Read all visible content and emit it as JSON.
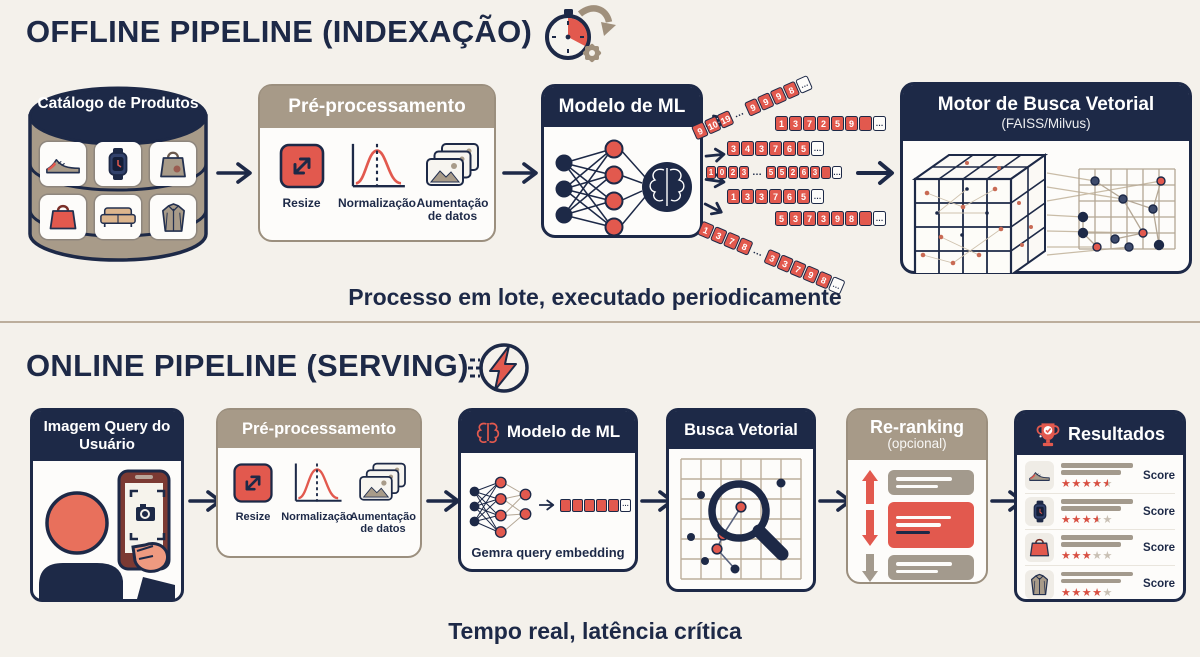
{
  "colors": {
    "background": "#f4f1eb",
    "navy": "#1d2947",
    "red": "#e2594e",
    "taupe": "#a79a88",
    "tan_border": "#9b8f7e",
    "bar_gray": "#a39a8d",
    "star_full": "#d84f42",
    "star_empty": "#c9c0b4",
    "phone_maroon": "#7c3a33"
  },
  "icons": {
    "offline_title": "stopwatch-refresh-icon",
    "online_title": "lightning-icon",
    "online_model_header": "brain-icon",
    "results_header": "trophy-check-icon"
  },
  "offline": {
    "title": "OFFLINE PIPELINE (INDEXAÇÃO)",
    "caption": "Processo em lote, executado periodicamente",
    "catalog": {
      "title": "Catálogo de Produtos",
      "products": [
        "sneaker",
        "smartwatch",
        "tote-bag",
        "red-handbag",
        "sofa",
        "jacket"
      ]
    },
    "preprocessing": {
      "title": "Pré-processamento",
      "steps": [
        {
          "icon": "resize-icon",
          "label": "Resize"
        },
        {
          "icon": "bell-curve-icon",
          "label": "Normalização"
        },
        {
          "icon": "image-stack-icon",
          "label": "Aumentação de datos"
        }
      ]
    },
    "model": {
      "title": "Modelo de ML"
    },
    "embeddings": {
      "strips": [
        [
          "9",
          "10",
          "19",
          "*",
          "9",
          "9",
          "9",
          "8",
          "~"
        ],
        [
          "1",
          "3",
          "7",
          "2",
          "5",
          "9",
          "",
          "~"
        ],
        [
          "3",
          "4",
          "3",
          "7",
          "6",
          "5",
          "~"
        ],
        [
          "1",
          "0",
          "2",
          "3",
          "*",
          "5",
          "5",
          "2",
          "6",
          "3",
          "",
          "~"
        ],
        [
          "1",
          "3",
          "3",
          "7",
          "6",
          "5",
          "~"
        ],
        [
          "5",
          "3",
          "7",
          "3",
          "9",
          "8",
          "",
          "~"
        ],
        [
          "1",
          "3",
          "7",
          "8",
          "*",
          "3",
          "3",
          "7",
          "9",
          "8",
          "~"
        ]
      ]
    },
    "vector_engine": {
      "title": "Motor de Busca Vetorial",
      "subtitle": "(FAISS/Milvus)"
    }
  },
  "online": {
    "title": "ONLINE PIPELINE (SERVING)",
    "caption": "Tempo real, latência crítica",
    "query_box": {
      "title": "Imagem Query do Usuário"
    },
    "preprocessing": {
      "title": "Pré-processamento",
      "steps": [
        {
          "icon": "resize-icon",
          "label": "Resize"
        },
        {
          "icon": "bell-curve-icon",
          "label": "Normalização"
        },
        {
          "icon": "image-stack-icon",
          "label": "Aumentação de datos"
        }
      ]
    },
    "model": {
      "title": "Modelo de ML",
      "caption": "Gemra query embedding"
    },
    "vector_search": {
      "title": "Busca Vetorial"
    },
    "reranking": {
      "title": "Re-ranking",
      "subtitle": "(opcional)"
    },
    "results": {
      "title": "Resultados",
      "rows": [
        {
          "icon": "sneaker",
          "stars": 4.5,
          "score": "Score"
        },
        {
          "icon": "smartwatch",
          "stars": 3.5,
          "score": "Score"
        },
        {
          "icon": "red-handbag",
          "stars": 3,
          "score": "Score"
        },
        {
          "icon": "jacket",
          "stars": 4,
          "score": "Score"
        }
      ]
    }
  }
}
